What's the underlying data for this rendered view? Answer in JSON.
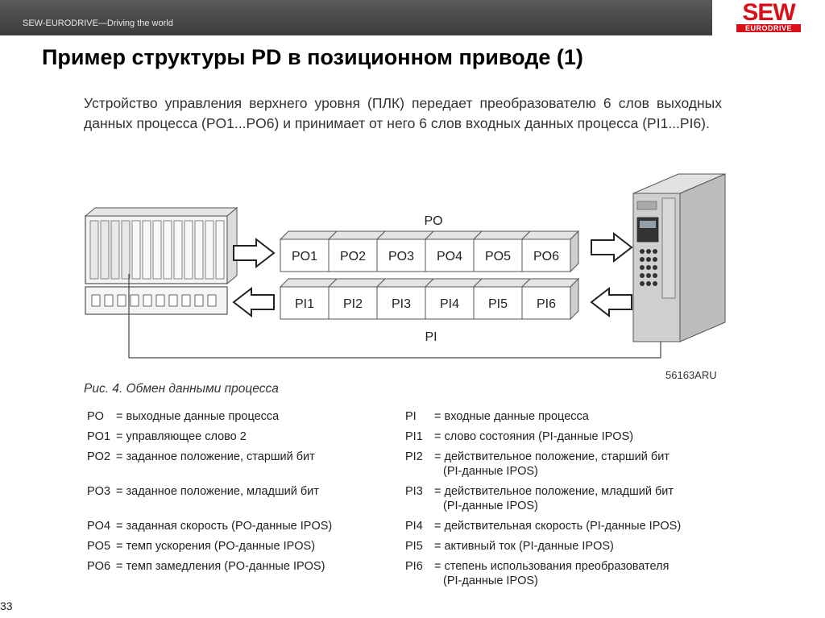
{
  "header": {
    "tagline": "SEW-EURODRIVE—Driving the world",
    "logo_top": "SEW",
    "logo_bottom": "EURODRIVE"
  },
  "title": "Пример структуры PD в позиционном приводе (1)",
  "intro": "Устройство управления верхнего уровня (ПЛК) передает преобразователю 6 слов выходных данных процесса (PO1...PO6) и принимает от него 6 слов входных данных процесса (PI1...PI6).",
  "diagram": {
    "po_label": "PO",
    "pi_label": "PI",
    "po_cells": [
      "PO1",
      "PO2",
      "PO3",
      "PO4",
      "PO5",
      "PO6"
    ],
    "pi_cells": [
      "PI1",
      "PI2",
      "PI3",
      "PI4",
      "PI5",
      "PI6"
    ],
    "figure_id": "56163ARU"
  },
  "caption": "Рис. 4. Обмен данными процесса",
  "legend_left": [
    {
      "key": "PO",
      "value": "= выходные данные процесса"
    },
    {
      "key": "PO1",
      "value": "= управляющее слово 2"
    },
    {
      "key": "PO2",
      "value": "= заданное положение, старший бит"
    },
    {
      "key": "PO3",
      "value": "= заданное положение, младший бит"
    },
    {
      "key": "PO4",
      "value": "= заданная скорость (PO-данные IPOS)"
    },
    {
      "key": "PO5",
      "value": "= темп ускорения (PO-данные IPOS)"
    },
    {
      "key": "PO6",
      "value": "= темп замедления (PO-данные IPOS)"
    }
  ],
  "legend_right": [
    {
      "key": "PI",
      "value": "= входные данные процесса"
    },
    {
      "key": "PI1",
      "value": "= слово состояния (PI-данные IPOS)"
    },
    {
      "key": "PI2",
      "value": "= действительное положение, старший бит",
      "value2": "(PI-данные IPOS)"
    },
    {
      "key": "PI3",
      "value": "= действительное положение, младший бит",
      "value2": "(PI-данные IPOS)"
    },
    {
      "key": "PI4",
      "value": "= действительная скорость (PI-данные IPOS)"
    },
    {
      "key": "PI5",
      "value": "= активный ток (PI-данные IPOS)"
    },
    {
      "key": "PI6",
      "value": "= степень использования преобразователя",
      "value2": "(PI-данные IPOS)"
    }
  ],
  "page_number": "33"
}
